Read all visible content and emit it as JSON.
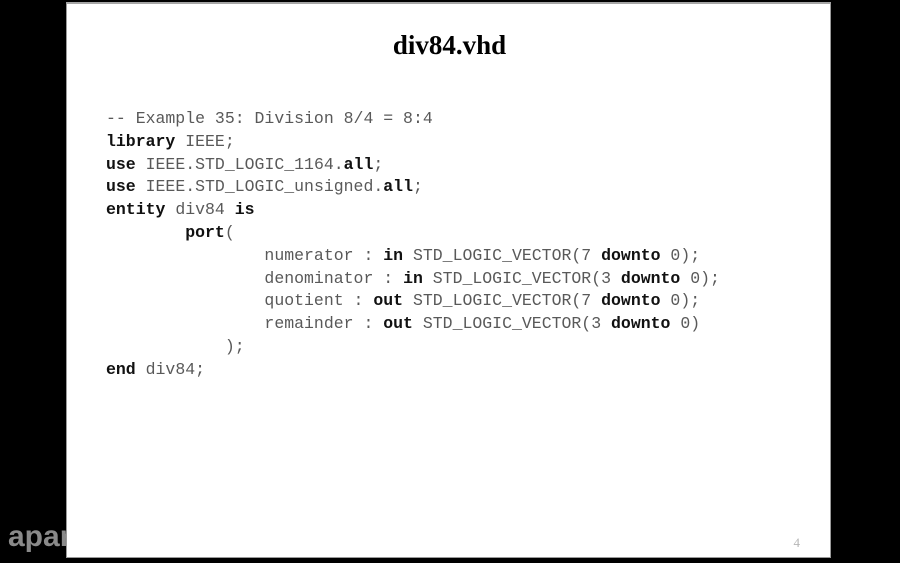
{
  "slide": {
    "title": "div84.vhd",
    "page_number": "4",
    "background_color": "#ffffff",
    "letterbox_color": "#000000"
  },
  "watermark": {
    "text": "apart",
    "color": "#8a8a8a"
  },
  "code": {
    "language": "vhdl",
    "keyword_color": "#111111",
    "text_color": "#595959",
    "lines": [
      {
        "id": "line-comment",
        "tokens": [
          {
            "text": "-- Example 35: Division 8/4 = 8:4",
            "bold": false
          }
        ]
      },
      {
        "id": "line-library",
        "tokens": [
          {
            "text": "library",
            "bold": true
          },
          {
            "text": " IEEE;",
            "bold": false
          }
        ]
      },
      {
        "id": "line-use-1164",
        "tokens": [
          {
            "text": "use",
            "bold": true
          },
          {
            "text": " IEEE.STD_LOGIC_1164.",
            "bold": false
          },
          {
            "text": "all",
            "bold": true
          },
          {
            "text": ";",
            "bold": false
          }
        ]
      },
      {
        "id": "line-use-unsigned",
        "tokens": [
          {
            "text": "use",
            "bold": true
          },
          {
            "text": " IEEE.STD_LOGIC_unsigned.",
            "bold": false
          },
          {
            "text": "all",
            "bold": true
          },
          {
            "text": ";",
            "bold": false
          }
        ]
      },
      {
        "id": "line-entity",
        "tokens": [
          {
            "text": "entity",
            "bold": true
          },
          {
            "text": " div84 ",
            "bold": false
          },
          {
            "text": "is",
            "bold": true
          }
        ]
      },
      {
        "id": "line-port-open",
        "tokens": [
          {
            "text": "        ",
            "bold": false
          },
          {
            "text": "port",
            "bold": true
          },
          {
            "text": "(",
            "bold": false
          }
        ]
      },
      {
        "id": "line-numerator",
        "tokens": [
          {
            "text": "                numerator : ",
            "bold": false
          },
          {
            "text": "in",
            "bold": true
          },
          {
            "text": " STD_LOGIC_VECTOR(7 ",
            "bold": false
          },
          {
            "text": "downto",
            "bold": true
          },
          {
            "text": " 0);",
            "bold": false
          }
        ]
      },
      {
        "id": "line-denominator",
        "tokens": [
          {
            "text": "                denominator : ",
            "bold": false
          },
          {
            "text": "in",
            "bold": true
          },
          {
            "text": " STD_LOGIC_VECTOR(3 ",
            "bold": false
          },
          {
            "text": "downto",
            "bold": true
          },
          {
            "text": " 0);",
            "bold": false
          }
        ]
      },
      {
        "id": "line-quotient",
        "tokens": [
          {
            "text": "                quotient : ",
            "bold": false
          },
          {
            "text": "out",
            "bold": true
          },
          {
            "text": " STD_LOGIC_VECTOR(7 ",
            "bold": false
          },
          {
            "text": "downto",
            "bold": true
          },
          {
            "text": " 0);",
            "bold": false
          }
        ]
      },
      {
        "id": "line-remainder",
        "tokens": [
          {
            "text": "                remainder : ",
            "bold": false
          },
          {
            "text": "out",
            "bold": true
          },
          {
            "text": " STD_LOGIC_VECTOR(3 ",
            "bold": false
          },
          {
            "text": "downto",
            "bold": true
          },
          {
            "text": " 0)",
            "bold": false
          }
        ]
      },
      {
        "id": "line-port-close",
        "tokens": [
          {
            "text": "            );",
            "bold": false
          }
        ]
      },
      {
        "id": "line-end",
        "tokens": [
          {
            "text": "end",
            "bold": true
          },
          {
            "text": " div84;",
            "bold": false
          }
        ]
      }
    ]
  }
}
